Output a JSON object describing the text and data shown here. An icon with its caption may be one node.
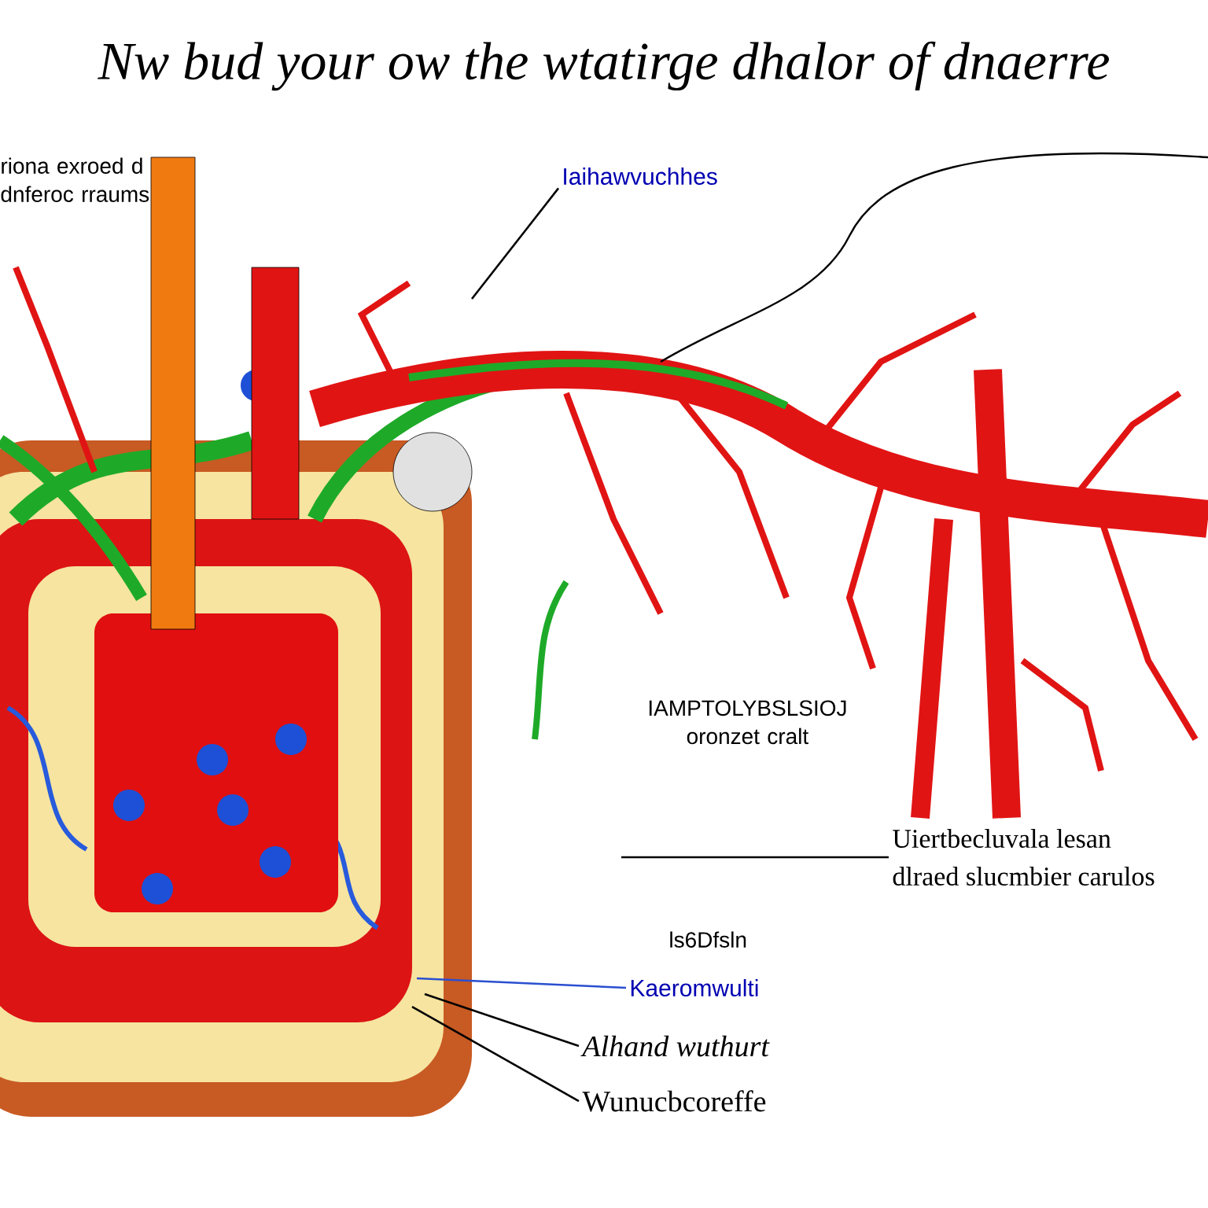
{
  "diagram": {
    "title": "Nw bud your ow the wtatirge dhalor of dnaerre",
    "nodes": [
      {
        "text": [
          "Iaihawvuchhes"
        ]
      },
      {
        "text": [
          "Uiertbecluvala lesan",
          "dlraed slucmbier carulos"
        ]
      },
      {
        "text": [
          "Kaeromwulti"
        ]
      },
      {
        "text": [
          "Alhand wuthurt"
        ]
      },
      {
        "text": [
          "Wunucbcoreffe"
        ]
      }
    ],
    "edges": [
      {
        "from": 0,
        "to": null,
        "arrow": "none"
      },
      {
        "from": 1,
        "to": null,
        "arrow": "none"
      },
      {
        "from": 2,
        "to": null,
        "arrow": "none",
        "color": "#2a4fd0"
      },
      {
        "from": 3,
        "to": null,
        "arrow": "none"
      },
      {
        "from": 4,
        "to": null,
        "arrow": "none"
      }
    ],
    "labels": [
      "riona exroed d dnferoc rraums",
      "IAMPTOLYBSLSIOJ oronzet cralt",
      "ls6Dfsln"
    ]
  }
}
